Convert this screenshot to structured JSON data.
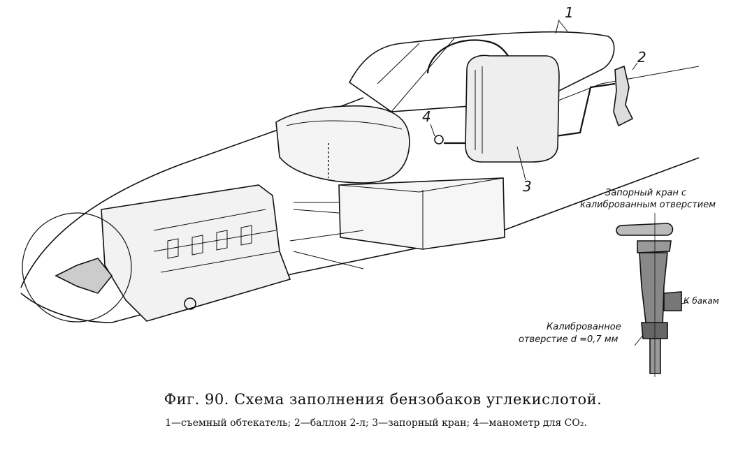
{
  "figure": {
    "callouts": {
      "c1": "1",
      "c2": "2",
      "c3": "3",
      "c4": "4"
    },
    "inset": {
      "valve_title_line1": "Запорный кран с",
      "valve_title_line2": "калиброванным отверстием",
      "to_tanks": "К бакам",
      "orifice_line1": "Калиброванное",
      "orifice_line2": "отверстие d =0,7 мм"
    },
    "caption": "Фиг. 90. Схема заполнения бензобаков углекислотой.",
    "legend": "1—съемный обтекатель; 2—баллон 2-л; 3—запорный кран; 4—манометр для CO₂."
  }
}
